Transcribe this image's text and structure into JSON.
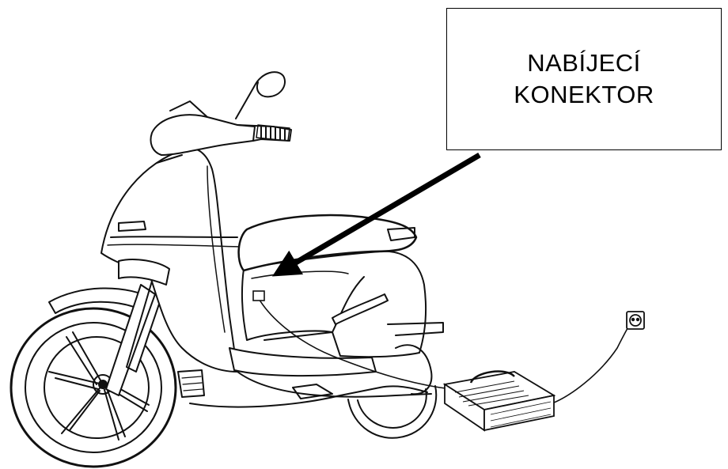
{
  "callout": {
    "line1": "NABÍJECÍ",
    "line2": "KONEKTOR"
  },
  "colors": {
    "ink": "#111111",
    "paper": "#ffffff",
    "shade": "#c8c8c8"
  },
  "icons": [
    "scooter-drawing",
    "charger-icon",
    "wall-socket-icon",
    "arrow-icon"
  ]
}
